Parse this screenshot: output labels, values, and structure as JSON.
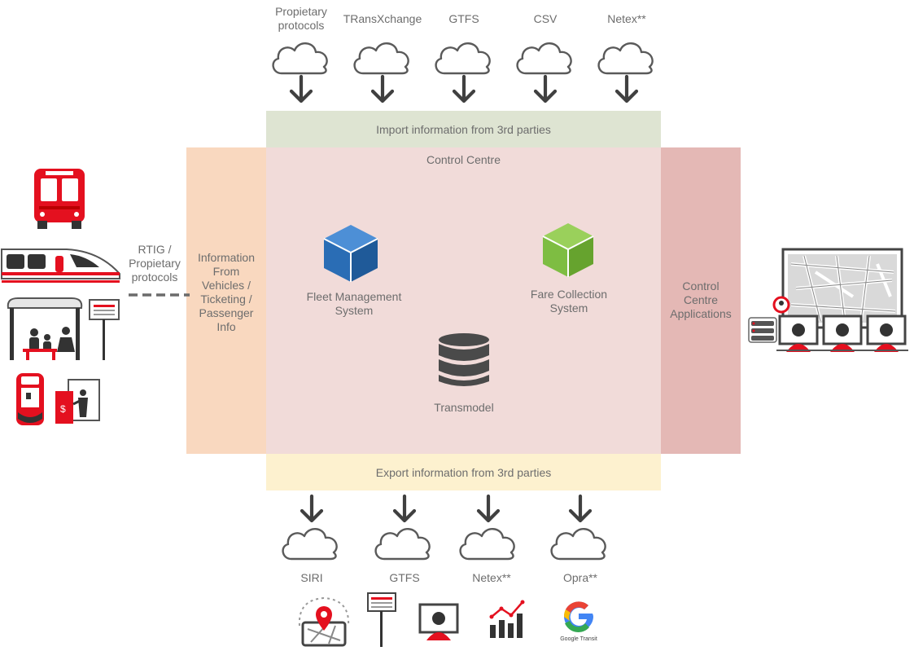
{
  "import_sources": [
    "Propietary\nprotocols",
    "TRansXchange",
    "GTFS",
    "CSV",
    "Netex**"
  ],
  "import_band": "Import information from 3rd parties",
  "export_band": "Export information from 3rd parties",
  "control_centre": {
    "title": "Control Centre",
    "fleet": "Fleet Management\nSystem",
    "fare": "Fare Collection\nSystem",
    "transmodel": "Transmodel"
  },
  "left_panel": "Information\nFrom\nVehicles /\nTicketing /\nPassenger\nInfo",
  "right_panel": "Control\nCentre\nApplications",
  "link_label": "RTIG /\nPropietary\nprotocols",
  "export_targets": [
    "SIRI",
    "GTFS",
    "Netex**",
    "Opra**"
  ],
  "google_transit_caption": "Google Transit",
  "colors": {
    "import_band": "#dee4d2",
    "export_band": "#fdf1cf",
    "left_panel": "#f9d8bf",
    "centre": "#f1dbd9",
    "right_panel": "#e4b8b5",
    "brand_red": "#e4101f",
    "fleet_cube": "#2a6db5",
    "fare_cube": "#7ebd42",
    "icon_dark": "#3b3b3b"
  }
}
